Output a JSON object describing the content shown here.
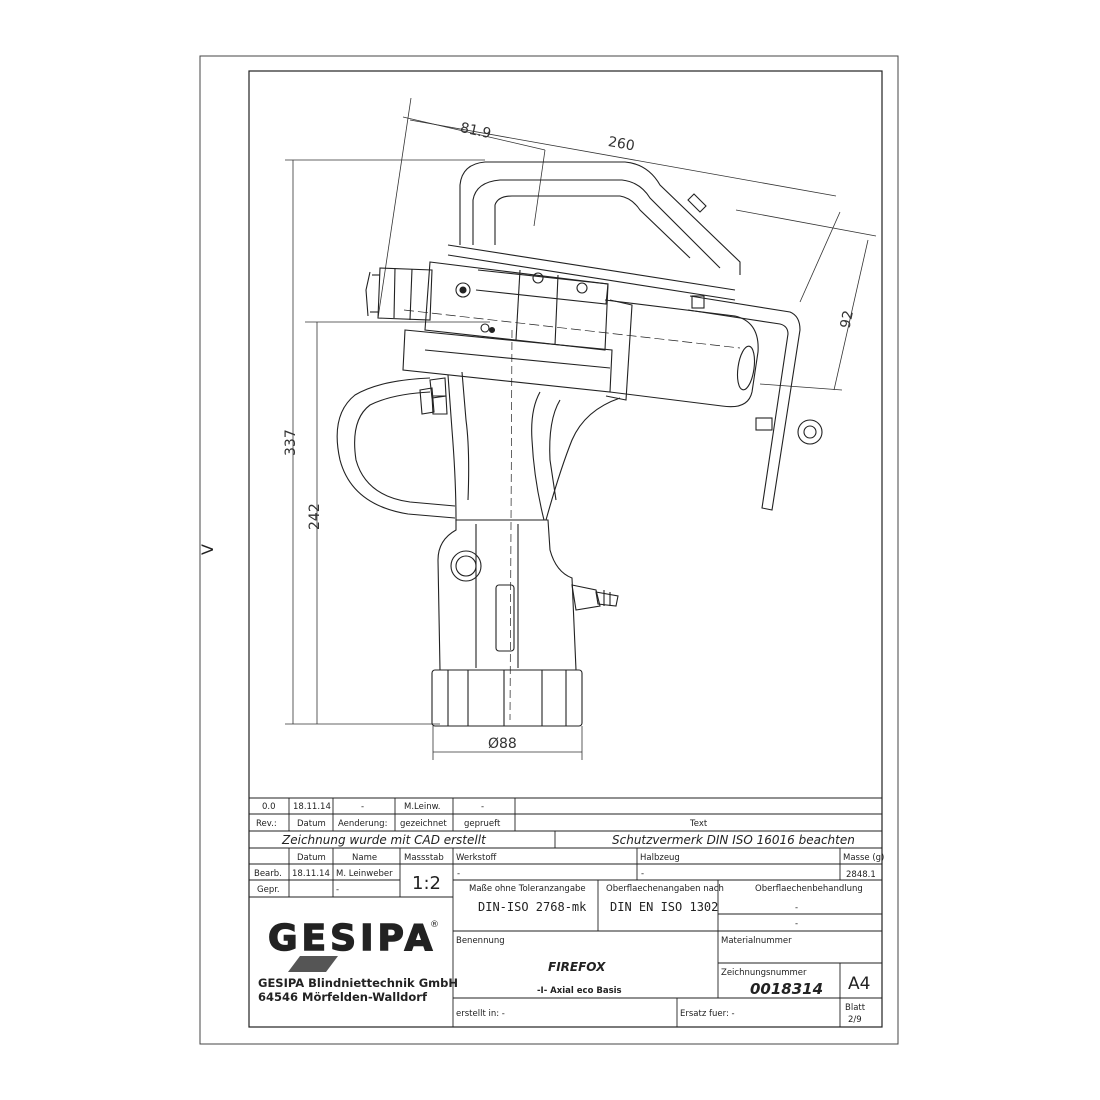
{
  "dimensions": {
    "d81": "81.9",
    "d260": "260",
    "d92": "92",
    "d337": "337",
    "d242": "242",
    "d88": "Ø88"
  },
  "margin_mark": "V",
  "revision": {
    "row1": [
      "0.0",
      "18.11.14",
      "-",
      "M.Leinw.",
      "-"
    ],
    "row2": [
      "Rev.:",
      "Datum",
      "Aenderung:",
      "gezeichnet",
      "geprueft",
      "Text"
    ]
  },
  "notes": {
    "cad": "Zeichnung wurde mit CAD erstellt",
    "protection": "Schutzvermerk DIN ISO 16016 beachten"
  },
  "head": {
    "datum": "Datum",
    "name": "Name",
    "massstab": "Massstab",
    "werkstoff": "Werkstoff",
    "halbzeug": "Halbzeug",
    "masse": "Masse (g)"
  },
  "bearb": {
    "label": "Bearb.",
    "date": "18.11.14",
    "name": "M. Leinweber"
  },
  "gepr": {
    "label": "Gepr.",
    "name": "-"
  },
  "scale": "1:2",
  "werkstoff_value": "-",
  "halbzeug_value": "-",
  "masse_value": "2848.1",
  "tolerance": {
    "label": "Maße ohne Toleranzangabe",
    "value": "DIN-ISO 2768-mk"
  },
  "surface_spec": {
    "label": "Oberflaechenangaben nach",
    "value": "DIN EN ISO 1302"
  },
  "surface_treat": {
    "label": "Oberflaechenbehandlung",
    "value1": "-",
    "value2": "-"
  },
  "company": {
    "logo": "GESIPA",
    "name": "GESIPA Blindniettechnik GmbH",
    "address": "64546 Mörfelden-Walldorf"
  },
  "benennung": {
    "label": "Benennung",
    "title": "FIREFOX",
    "subtitle": "-I- Axial eco Basis"
  },
  "materialnummer": {
    "label": "Materialnummer"
  },
  "zeichnungsnummer": {
    "label": "Zeichnungsnummer",
    "value": "0018314"
  },
  "format": "A4",
  "blatt": {
    "label": "Blatt",
    "value": "2/9"
  },
  "erstellt": "erstellt in: -",
  "ersatz": "Ersatz fuer: -"
}
